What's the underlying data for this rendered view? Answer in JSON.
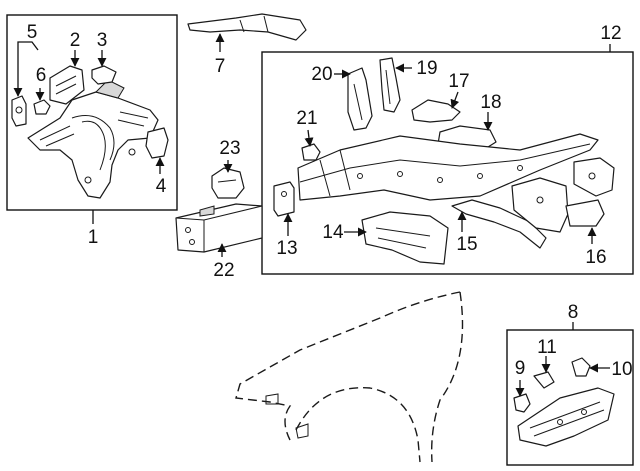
{
  "diagram": {
    "callouts": [
      {
        "id": "c1",
        "text": "1"
      },
      {
        "id": "c2",
        "text": "2"
      },
      {
        "id": "c3",
        "text": "3"
      },
      {
        "id": "c4",
        "text": "4"
      },
      {
        "id": "c5",
        "text": "5"
      },
      {
        "id": "c6",
        "text": "6"
      },
      {
        "id": "c7",
        "text": "7"
      },
      {
        "id": "c8",
        "text": "8"
      },
      {
        "id": "c9",
        "text": "9"
      },
      {
        "id": "c10",
        "text": "10"
      },
      {
        "id": "c11",
        "text": "11"
      },
      {
        "id": "c12",
        "text": "12"
      },
      {
        "id": "c13",
        "text": "13"
      },
      {
        "id": "c14",
        "text": "14"
      },
      {
        "id": "c15",
        "text": "15"
      },
      {
        "id": "c16",
        "text": "16"
      },
      {
        "id": "c17",
        "text": "17"
      },
      {
        "id": "c18",
        "text": "18"
      },
      {
        "id": "c19",
        "text": "19"
      },
      {
        "id": "c20",
        "text": "20"
      },
      {
        "id": "c21",
        "text": "21"
      },
      {
        "id": "c22",
        "text": "22"
      },
      {
        "id": "c23",
        "text": "23"
      }
    ],
    "colors": {
      "line": "#1a1a1a",
      "background": "#ffffff",
      "shade": "#d8d8d8"
    }
  }
}
